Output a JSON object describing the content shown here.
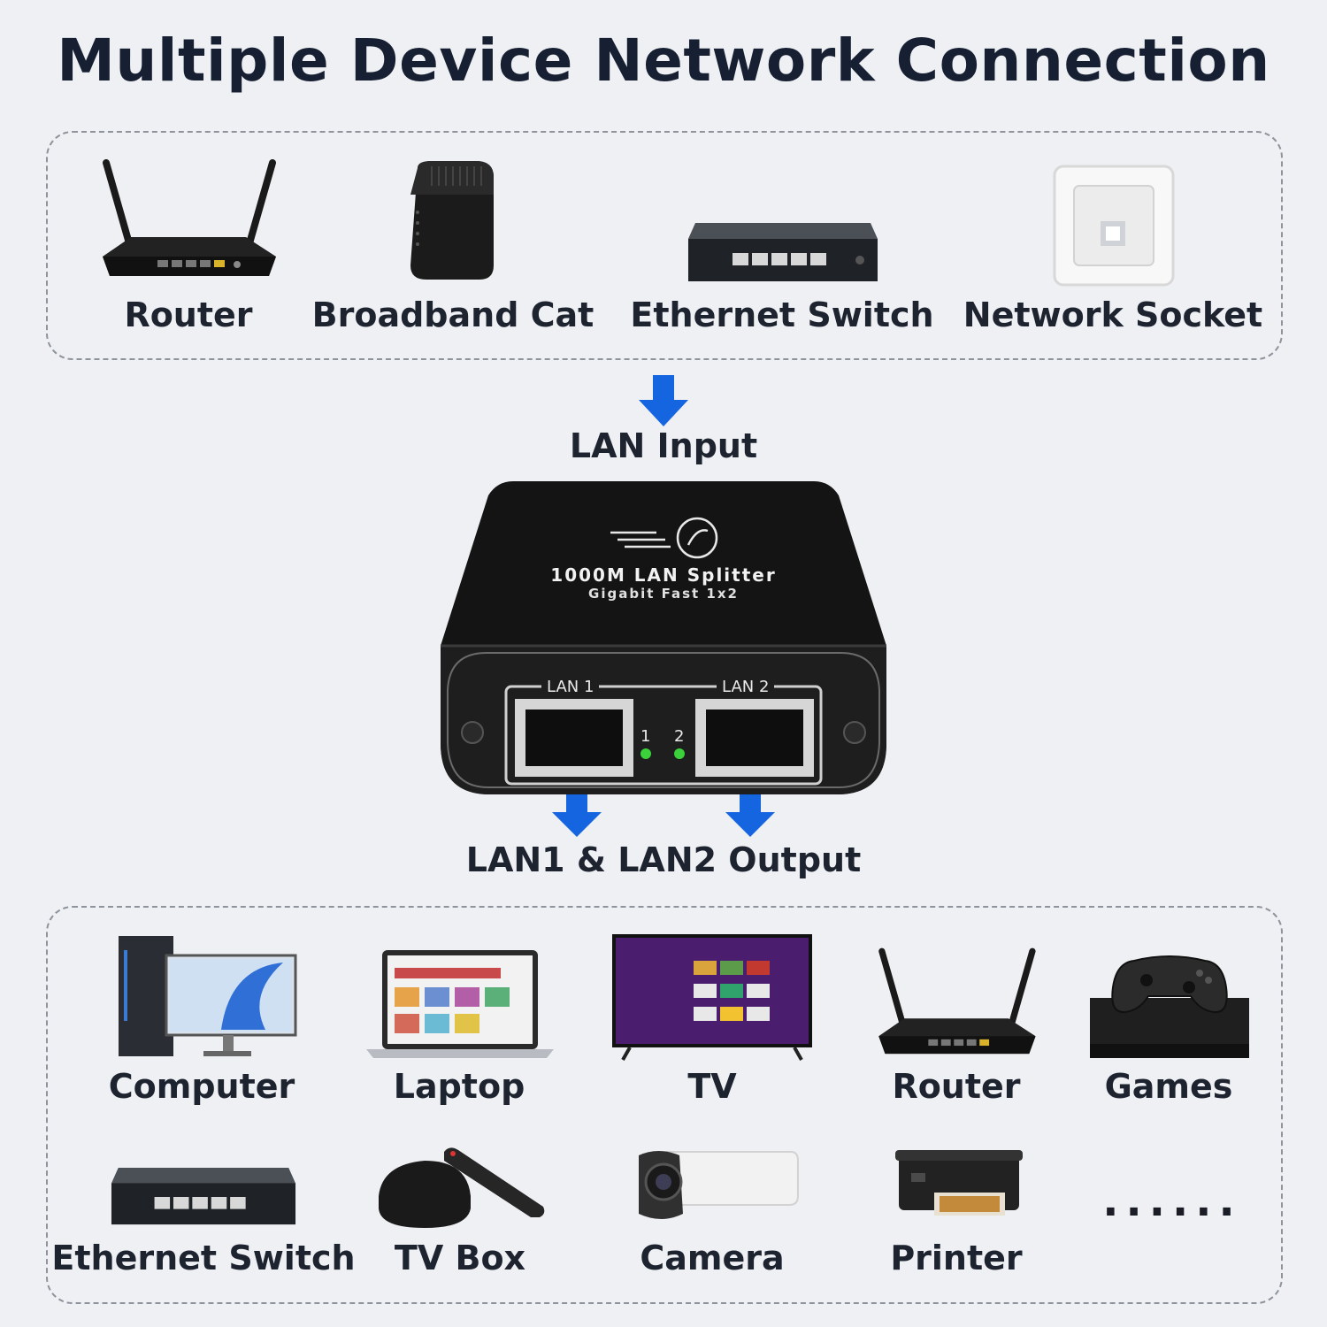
{
  "title": "Multiple Device Network Connection",
  "input_devices": [
    {
      "label": "Router",
      "icon": "router-icon"
    },
    {
      "label": "Broadband Cat",
      "icon": "modem-icon"
    },
    {
      "label": "Ethernet Switch",
      "icon": "switch-icon"
    },
    {
      "label": "Network Socket",
      "icon": "wall-socket-icon"
    }
  ],
  "lan_input_label": "LAN Input",
  "splitter": {
    "name": "1000M LAN Splitter",
    "subtitle": "Gigabit Fast 1x2",
    "port1_label": "LAN 1",
    "port2_label": "LAN 2",
    "led1": "1",
    "led2": "2"
  },
  "output_label": "LAN1 & LAN2 Output",
  "output_devices": [
    {
      "label": "Computer",
      "icon": "computer-icon"
    },
    {
      "label": "Laptop",
      "icon": "laptop-icon"
    },
    {
      "label": "TV",
      "icon": "tv-icon"
    },
    {
      "label": "Router",
      "icon": "router-icon"
    },
    {
      "label": "Games",
      "icon": "game-console-icon"
    },
    {
      "label": "Ethernet Switch",
      "icon": "switch-icon"
    },
    {
      "label": "TV Box",
      "icon": "tv-box-icon"
    },
    {
      "label": "Camera",
      "icon": "security-camera-icon"
    },
    {
      "label": "Printer",
      "icon": "printer-icon"
    },
    {
      "label": "......",
      "icon": "more-icon"
    }
  ],
  "colors": {
    "arrow": "#1565e0",
    "background": "#eef0f3",
    "led": "#3ad13a"
  }
}
